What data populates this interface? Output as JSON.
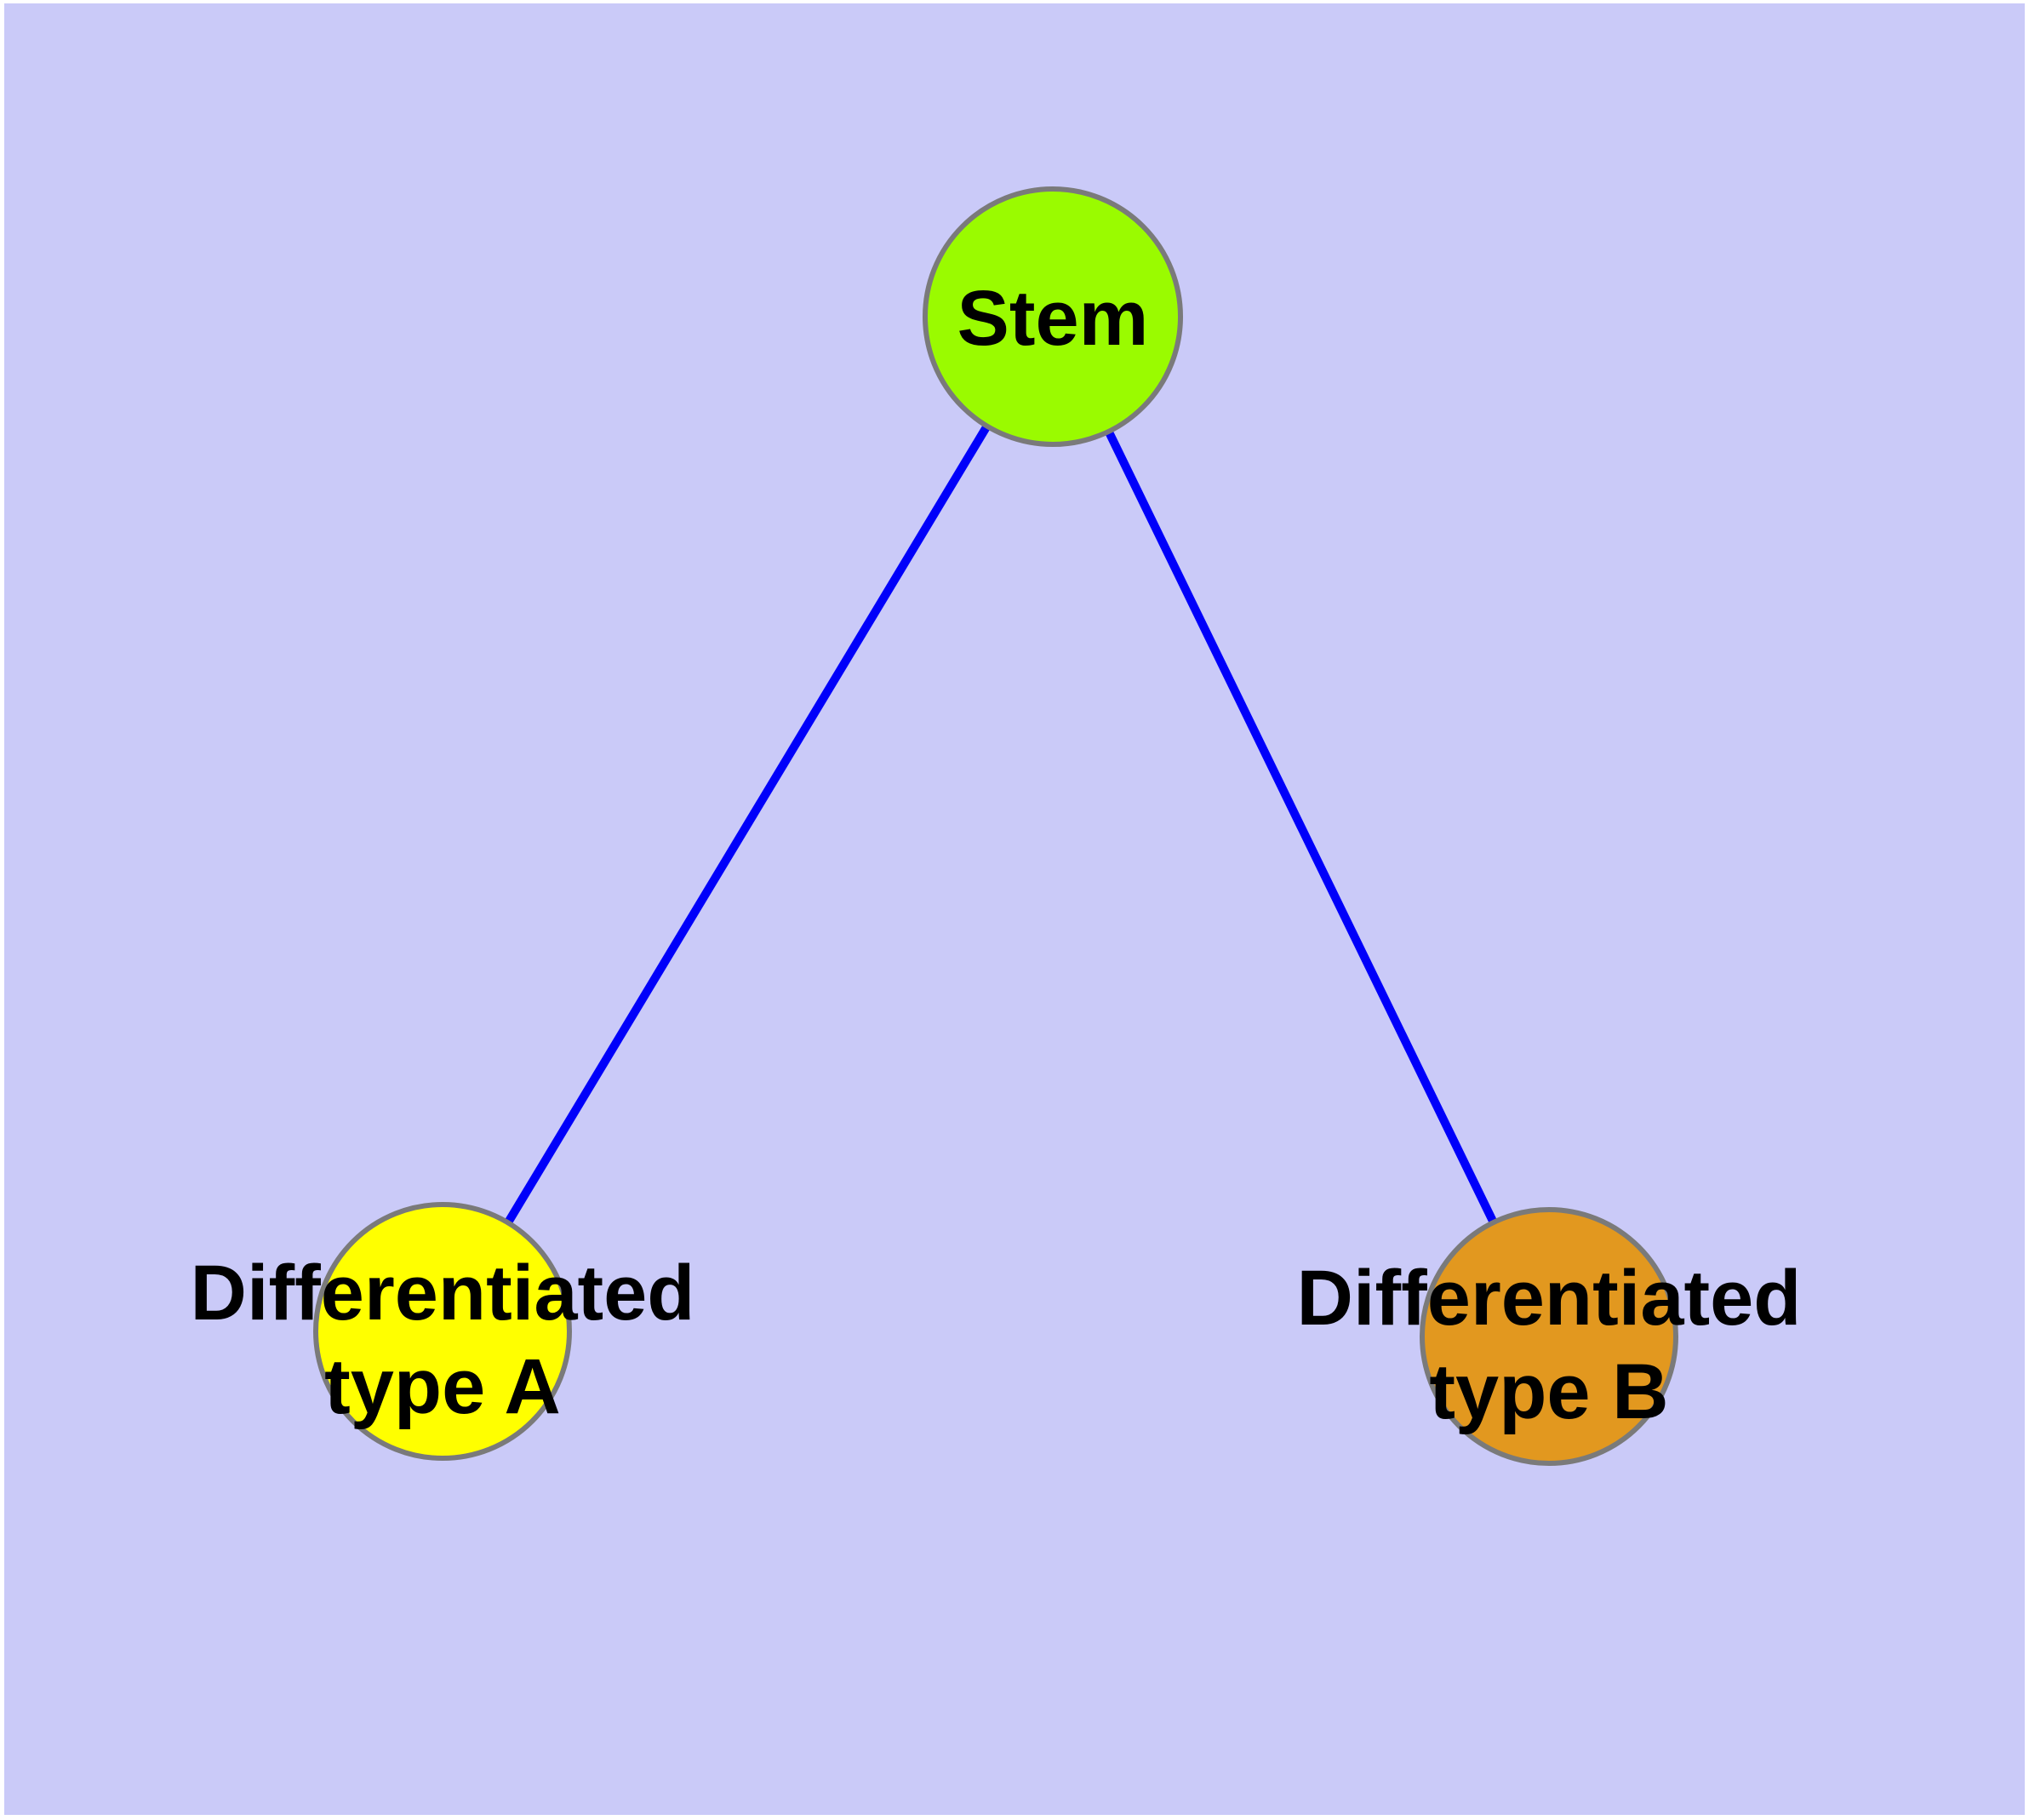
{
  "diagram": {
    "type": "node-edge-tree",
    "background_color": "#cacaf8",
    "page_margin_color": "#ffffff",
    "edge_color": "#0000fa",
    "node_border_color": "#7a7a7a",
    "label_color": "#000000",
    "nodes": {
      "stem": {
        "label": "Stem",
        "fill": "#9afb00"
      },
      "type_a": {
        "label_line1": "Differentiated",
        "label_line2": "type A",
        "fill": "#ffff00"
      },
      "type_b": {
        "label_line1": "Differentiated",
        "label_line2": "type B",
        "fill": "#e2981f"
      }
    },
    "edges": [
      {
        "from": "Stem",
        "to": "Differentiated type A"
      },
      {
        "from": "Stem",
        "to": "Differentiated type B"
      }
    ]
  }
}
